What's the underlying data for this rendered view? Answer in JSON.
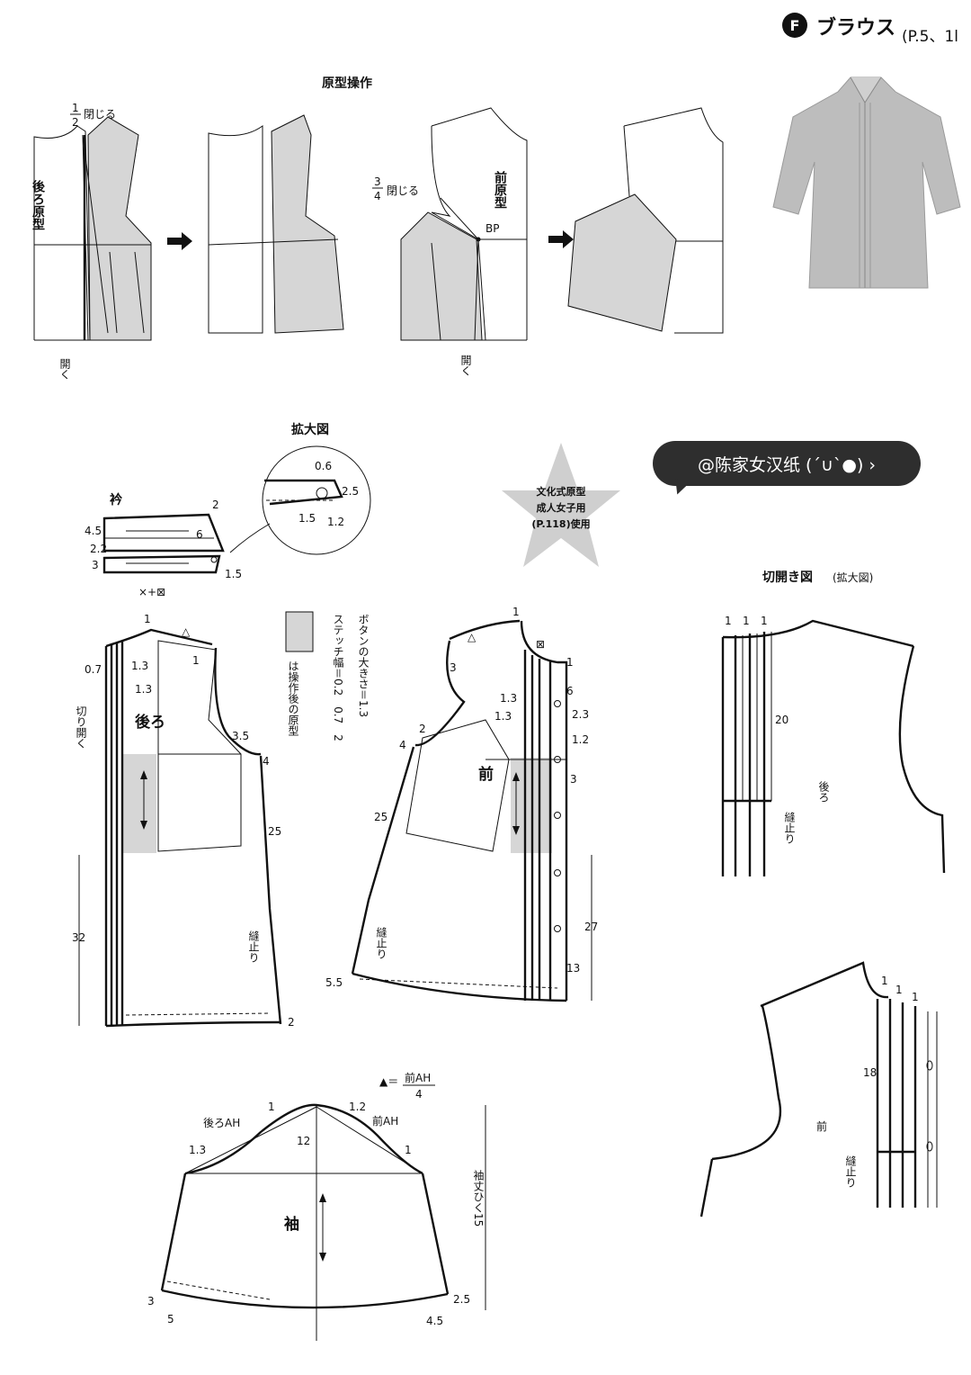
{
  "header": {
    "badge_letter": "F",
    "title": "ブラウス",
    "page_ref": "(P.5、1l"
  },
  "sections": {
    "prototype_op": "原型操作",
    "enlarged": "拡大図",
    "cutopen": "切開き図",
    "cutopen_sub": "(拡大図)"
  },
  "labels": {
    "half_close_num": "1",
    "half_close_den": "2",
    "close": "閉じる",
    "three_q_num": "3",
    "three_q_den": "4",
    "back_proto": "後ろ原型",
    "front_proto": "前原型",
    "bp": "BP",
    "open": "開く",
    "collar": "衿",
    "back": "後ろ",
    "front": "前",
    "sleeve": "袖",
    "cut_open": "切り開く",
    "stitch_stop": "縫止り",
    "legend": "は操作後の原型",
    "button_size": "ボタンの大きさ＝1.3",
    "stitch_width": "ステッチ幅＝0.2　0.7　2",
    "back_ah": "後ろAH",
    "front_ah": "前AH",
    "front_ah_formula_num": "前AH",
    "front_ah_formula_den": "4",
    "triangle_eq": "▲＝",
    "sleeve_len": "袖丈ひく15",
    "star_text_1": "文化式原型",
    "star_text_2": "成人女子用",
    "star_text_3": "(P.118)使用",
    "cut_back": "後ろ",
    "cut_front": "前"
  },
  "watermark": "@陈家女汉纸 (´∪`●) ›",
  "dims": {
    "c_2": "2",
    "c_45": "4.5",
    "c_6": "6",
    "c_22": "2.2",
    "c_3": "3",
    "c_15": "1.5",
    "c_formula": "×+⊠",
    "z_06": "0.6",
    "z_25": "2.5",
    "z_15": "1.5",
    "z_12": "1.2",
    "b_1": "1",
    "b_07": "0.7",
    "b_13a": "1.3",
    "b_13b": "1.3",
    "b_1b": "1",
    "b_35": "3.5",
    "b_4": "4",
    "b_25": "25",
    "b_32": "32",
    "b_2": "2",
    "f_1": "1",
    "f_3": "3",
    "f_1b": "1",
    "f_6": "6",
    "f_13a": "1.3",
    "f_13b": "1.3",
    "f_23": "2.3",
    "f_12": "1.2",
    "f_2": "2",
    "f_4": "4",
    "f_3b": "3",
    "f_25": "25",
    "f_27": "27",
    "f_13": "13",
    "f_55": "5.5",
    "s_1": "1",
    "s_12": "1.2",
    "s_12b": "12",
    "s_13": "1.3",
    "s_1b": "1",
    "s_3": "3",
    "s_5": "5",
    "s_45": "4.5",
    "s_25": "2.5",
    "k_1a": "1",
    "k_1b": "1",
    "k_1c": "1",
    "k_20": "20",
    "k_18": "18",
    "k_1d": "1",
    "k_1e": "1",
    "k_1f": "1"
  }
}
